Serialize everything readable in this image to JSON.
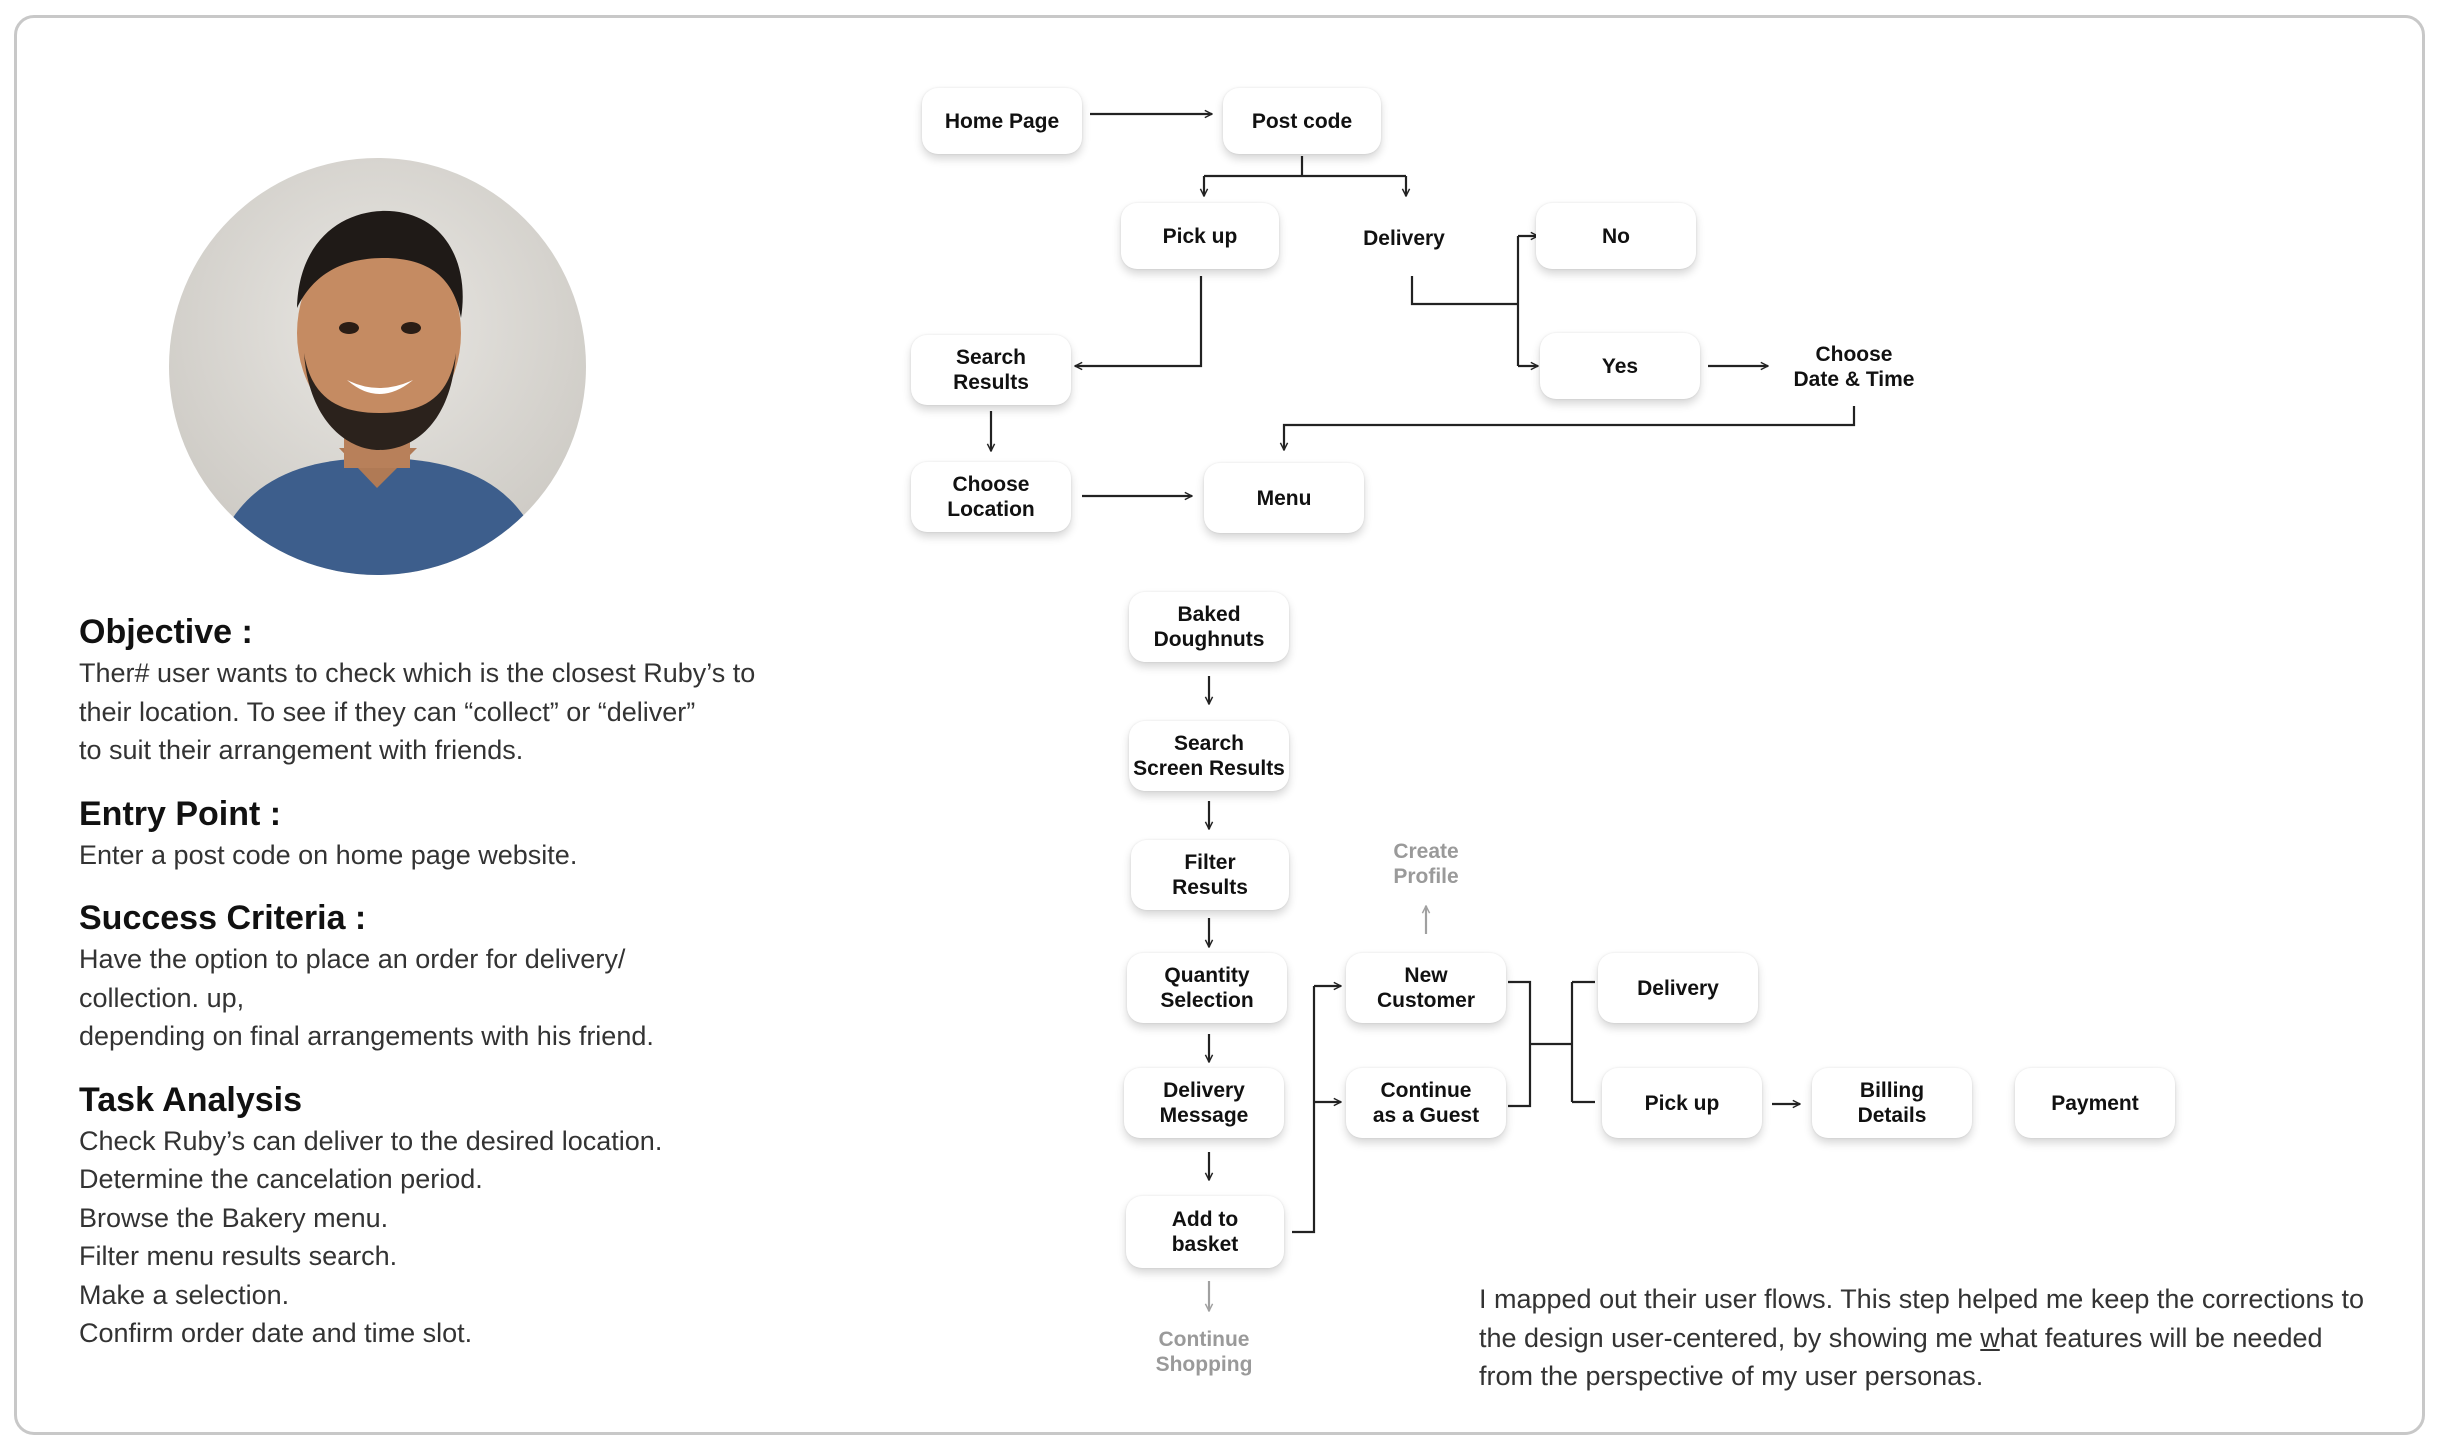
{
  "persona": {
    "objective": {
      "heading": "Objective :",
      "lines": [
        "Ther# user wants to check which is the closest Ruby’s to",
        "their location. To see if they can “collect” or “deliver”",
        "to suit their arrangement with friends."
      ]
    },
    "entry_point": {
      "heading": "Entry Point :",
      "lines": [
        "Enter a post code on home page website."
      ]
    },
    "success_criteria": {
      "heading": "Success Criteria :",
      "lines": [
        "Have the option to place an order for delivery/",
        "collection. up,",
        "depending on final arrangements with his friend."
      ]
    },
    "task_analysis": {
      "heading": "Task Analysis",
      "lines": [
        "Check Ruby’s can deliver to the desired location.",
        "Determine the cancelation period.",
        "Browse the Bakery menu.",
        "Filter menu results search.",
        "Make a selection.",
        "Confirm order date and time slot."
      ]
    }
  },
  "flow": {
    "home_page": "Home Page",
    "post_code": "Post code",
    "pick_up_top": "Pick up",
    "delivery_top": "Delivery",
    "no": "No",
    "yes": "Yes",
    "choose_date_time": "Choose\nDate & Time",
    "search_results": "Search\nResults",
    "choose_location": "Choose\nLocation",
    "menu": "Menu",
    "baked_doughnuts": "Baked\nDoughnuts",
    "search_screen_results": "Search\nScreen Results",
    "filter_results": "Filter\nResults",
    "quantity_selection": "Quantity\nSelection",
    "delivery_message": "Delivery\nMessage",
    "add_to_basket": "Add to\nbasket",
    "continue_shopping": "Continue\nShopping",
    "create_profile": "Create\nProfile",
    "new_customer": "New\nCustomer",
    "continue_as_guest": "Continue\nas a Guest",
    "delivery_bottom": "Delivery",
    "pick_up_bottom": "Pick up",
    "billing_details": "Billing\nDetails",
    "payment": "Payment"
  },
  "note": {
    "before": "I mapped out their user flows. This step helped me keep the corrections to the design user-centered, by showing me ",
    "underlined": "w",
    "after": "hat features will be needed from the perspective of my user personas."
  }
}
